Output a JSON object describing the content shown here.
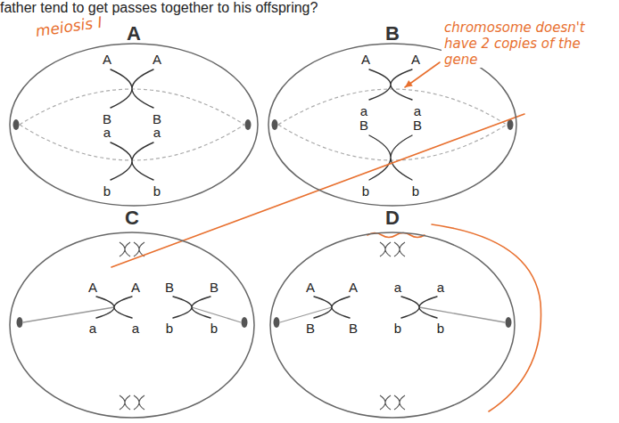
{
  "diagram": {
    "title": "father tend to get passes together to his offspring?",
    "nodes": [
      {
        "text": [
          "A",
          "A",
          "A",
          "B",
          "B",
          "a",
          "a",
          "b",
          "b"
        ]
      },
      {
        "text": [
          "B",
          "A",
          "A",
          "a",
          "a",
          "B",
          "B",
          "b",
          "b"
        ]
      },
      {
        "text": [
          "C",
          "A",
          "A",
          "B",
          "B",
          "a",
          "a",
          "b",
          "b"
        ]
      },
      {
        "text": [
          "D",
          "A",
          "A",
          "a",
          "a",
          "B",
          "B",
          "b",
          "b"
        ]
      }
    ],
    "labels": [
      "meiosis I",
      "chromosome doesn't have 2 copies of the gene"
    ]
  }
}
